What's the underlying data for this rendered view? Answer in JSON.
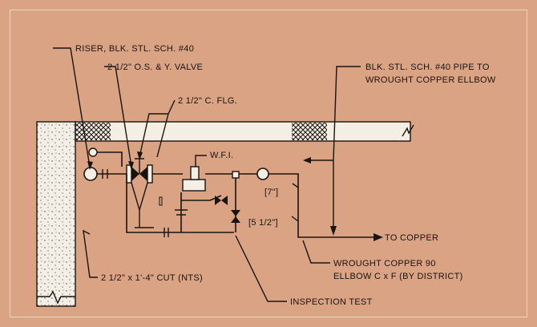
{
  "diagram": {
    "labels": {
      "riser": "RISER, BLK. STL. SCH. #40",
      "valve": "2 1/2\" O.S. & Y. VALVE",
      "flange": "2 1/2\" C. FLG.",
      "pipe_top": "BLK. STL. SCH. #40 PIPE TO",
      "pipe_bottom": "WROUGHT COPPER ELLBOW",
      "wfi": "W.F.I.",
      "dim_7": "[7\"]",
      "dim_5_half": "[5 1/2\"]",
      "to_copper": "TO COPPER",
      "elbow_top": "WROUGHT COPPER 90",
      "elbow_bottom": "ELLBOW C x F (BY DISTRICT)",
      "cut": "2 1/2\" x 1'-4\" CUT (NTS)",
      "inspection": "INSPECTION TEST"
    },
    "colors": {
      "background": "#d9a384",
      "line": "#1a1410",
      "wall": "#f3efe6",
      "ceiling": "#f4eee4"
    }
  }
}
